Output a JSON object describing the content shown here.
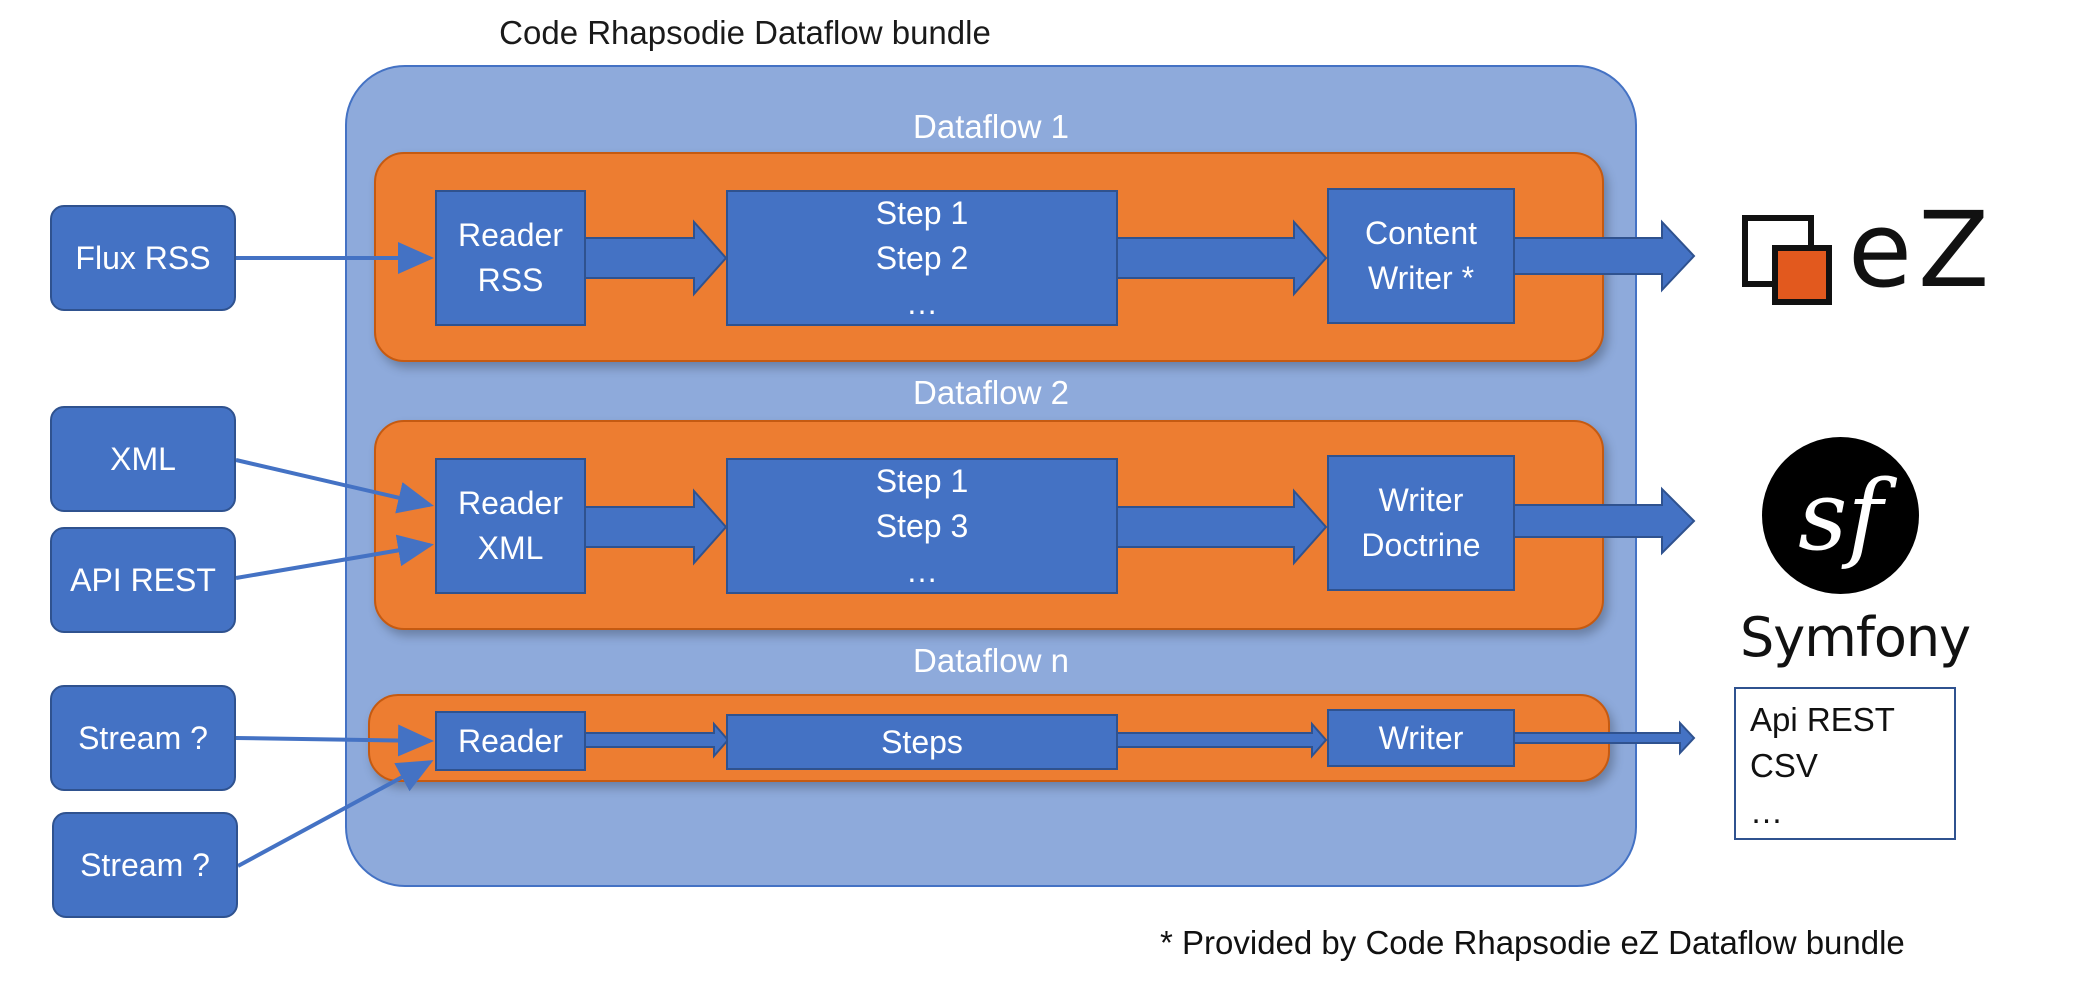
{
  "title": "Code Rhapsodie Dataflow bundle",
  "footnote": "* Provided by Code Rhapsodie eZ Dataflow bundle",
  "colors": {
    "node": "#4472c4",
    "bundle": "#8eaadb",
    "dataflow": "#ed7d31",
    "ez_orange": "#e2591e"
  },
  "sources": [
    "Flux RSS",
    "XML",
    "API REST",
    "Stream ?",
    "Stream ?"
  ],
  "dataflows": [
    {
      "label": "Dataflow 1",
      "reader": [
        "Reader",
        "RSS"
      ],
      "steps": [
        "Step 1",
        "Step 2",
        "…"
      ],
      "writer": [
        "Content",
        "Writer *"
      ]
    },
    {
      "label": "Dataflow 2",
      "reader": [
        "Reader",
        "XML"
      ],
      "steps": [
        "Step 1",
        "Step 3",
        "…"
      ],
      "writer": [
        "Writer",
        "Doctrine"
      ]
    },
    {
      "label": "Dataflow n",
      "reader": [
        "Reader"
      ],
      "steps": [
        "Steps"
      ],
      "writer": [
        "Writer"
      ]
    }
  ],
  "outputs": {
    "ez_logo_text": "eZ",
    "symfony_icon_glyph": "sf",
    "symfony_label": "Symfony",
    "other": [
      "Api REST",
      "CSV",
      "…"
    ]
  }
}
